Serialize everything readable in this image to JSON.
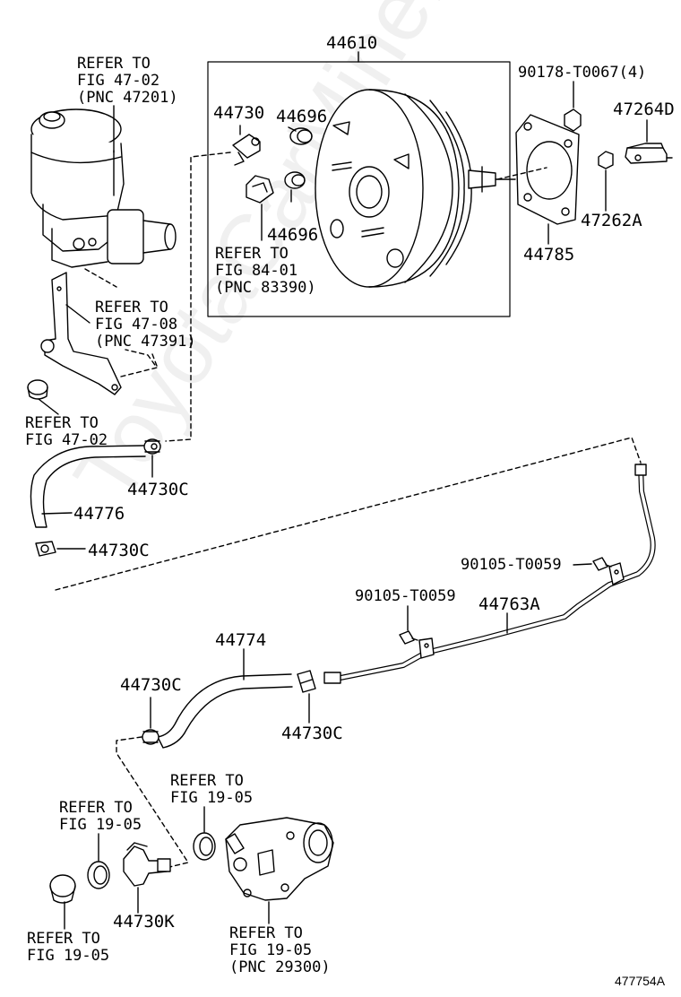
{
  "watermark": "ToyotaCarMine.Ru",
  "image_code": "477754A",
  "part_numbers": {
    "p44610": "44610",
    "p90178": "90178-T0067(4)",
    "p44730": "44730",
    "p44696a": "44696",
    "p44696b": "44696",
    "p47264": "47264D",
    "p47262": "47262A",
    "p44785": "44785",
    "p44730c_a": "44730C",
    "p44776": "44776",
    "p44730c_b": "44730C",
    "p90105_a": "90105-T0059",
    "p90105_b": "90105-T0059",
    "p44763": "44763A",
    "p44774": "44774",
    "p44730c_c": "44730C",
    "p44730c_d": "44730C",
    "p44730k": "44730K"
  },
  "refs": {
    "r1": {
      "l1": "REFER TO",
      "l2": "FIG 47-02",
      "l3": "(PNC 47201)"
    },
    "r2": {
      "l1": "REFER TO",
      "l2": "FIG 84-01",
      "l3": "(PNC 83390)"
    },
    "r3": {
      "l1": "REFER TO",
      "l2": "FIG 47-08",
      "l3": "(PNC 47391)"
    },
    "r4": {
      "l1": "REFER TO",
      "l2": "FIG 47-02"
    },
    "r5": {
      "l1": "REFER TO",
      "l2": "FIG 19-05"
    },
    "r6": {
      "l1": "REFER TO",
      "l2": "FIG 19-05"
    },
    "r7": {
      "l1": "REFER TO",
      "l2": "FIG 19-05"
    },
    "r8": {
      "l1": "REFER TO",
      "l2": "FIG 19-05",
      "l3": "(PNC 29300)"
    }
  }
}
